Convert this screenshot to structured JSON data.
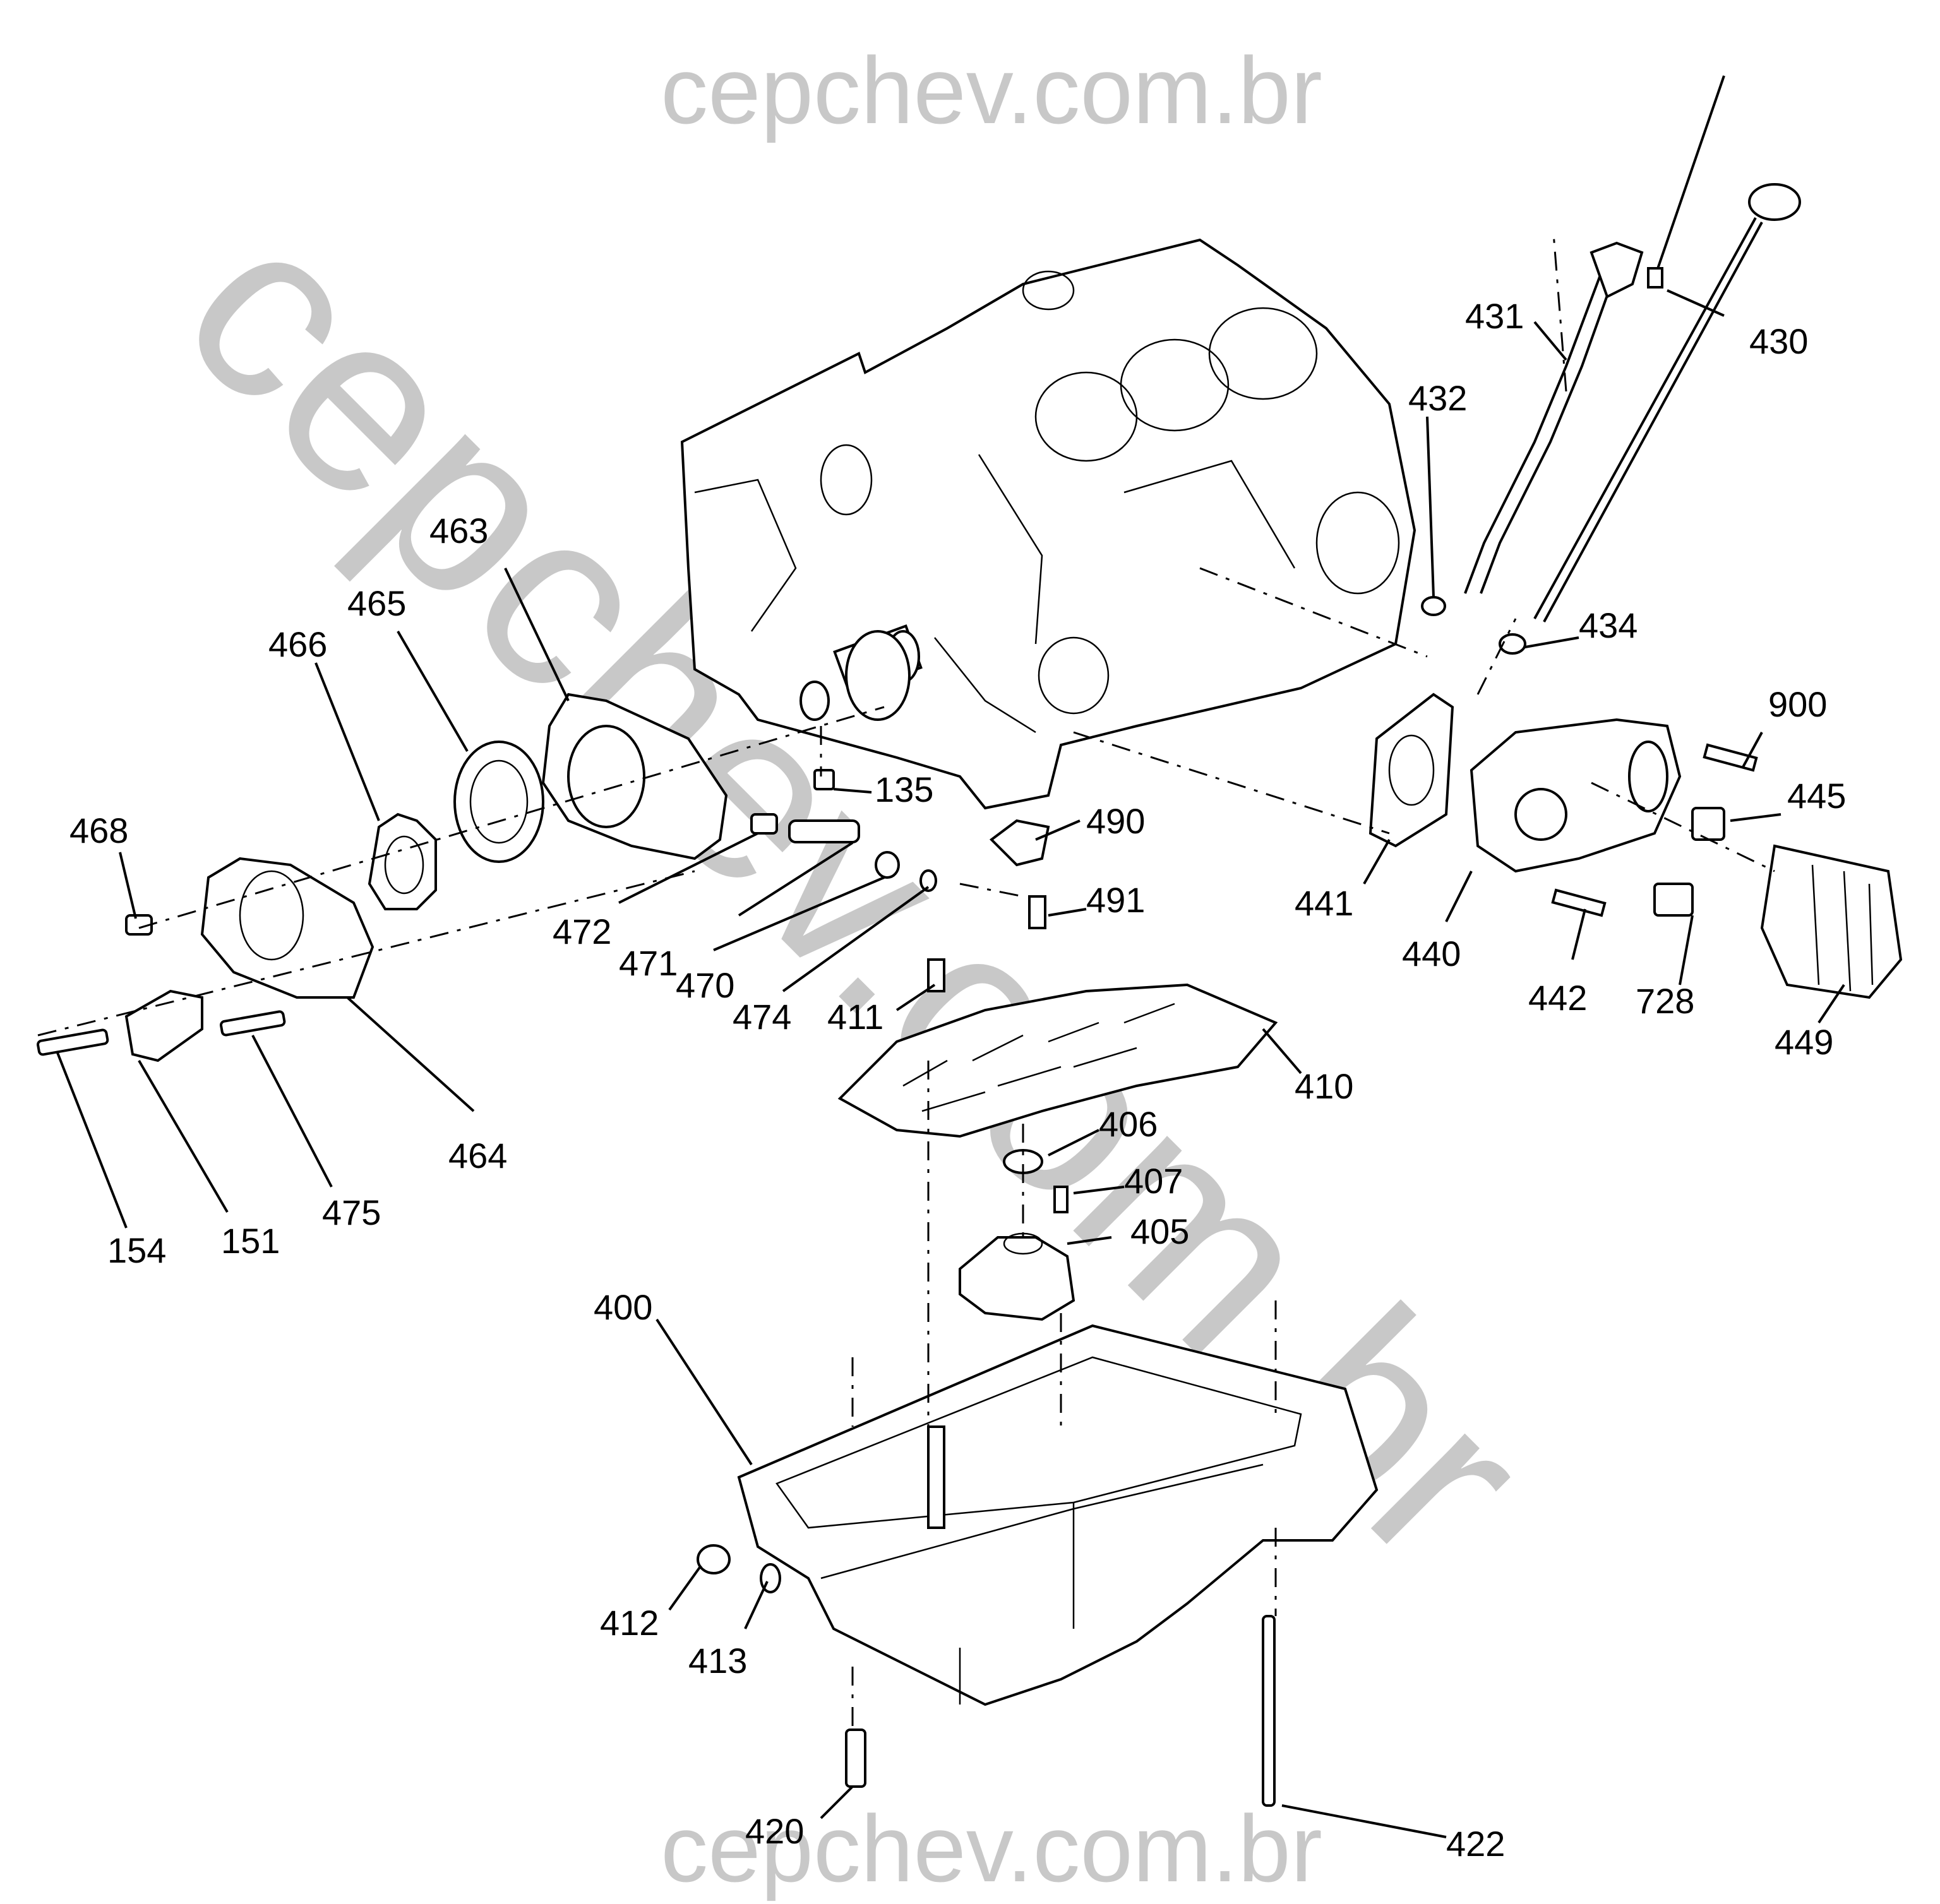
{
  "watermark": {
    "text_top": "cepchev.com.br",
    "text_diagonal": "cepchev.com.br",
    "text_bottom": "cepchev.com.br"
  },
  "callouts": [
    {
      "id": "c-400",
      "label": "400"
    },
    {
      "id": "c-405",
      "label": "405"
    },
    {
      "id": "c-406",
      "label": "406"
    },
    {
      "id": "c-407",
      "label": "407"
    },
    {
      "id": "c-410",
      "label": "410"
    },
    {
      "id": "c-411",
      "label": "411"
    },
    {
      "id": "c-412",
      "label": "412"
    },
    {
      "id": "c-413",
      "label": "413"
    },
    {
      "id": "c-420",
      "label": "420"
    },
    {
      "id": "c-422",
      "label": "422"
    },
    {
      "id": "c-430",
      "label": "430"
    },
    {
      "id": "c-431",
      "label": "431"
    },
    {
      "id": "c-432",
      "label": "432"
    },
    {
      "id": "c-434",
      "label": "434"
    },
    {
      "id": "c-440",
      "label": "440"
    },
    {
      "id": "c-441",
      "label": "441"
    },
    {
      "id": "c-442",
      "label": "442"
    },
    {
      "id": "c-445",
      "label": "445"
    },
    {
      "id": "c-449",
      "label": "449"
    },
    {
      "id": "c-463",
      "label": "463"
    },
    {
      "id": "c-464",
      "label": "464"
    },
    {
      "id": "c-465",
      "label": "465"
    },
    {
      "id": "c-466",
      "label": "466"
    },
    {
      "id": "c-468",
      "label": "468"
    },
    {
      "id": "c-470",
      "label": "470"
    },
    {
      "id": "c-471",
      "label": "471"
    },
    {
      "id": "c-472",
      "label": "472"
    },
    {
      "id": "c-474",
      "label": "474"
    },
    {
      "id": "c-475",
      "label": "475"
    },
    {
      "id": "c-490",
      "label": "490"
    },
    {
      "id": "c-491",
      "label": "491"
    },
    {
      "id": "c-135",
      "label": "135"
    },
    {
      "id": "c-151",
      "label": "151"
    },
    {
      "id": "c-154",
      "label": "154"
    },
    {
      "id": "c-728",
      "label": "728"
    },
    {
      "id": "c-900",
      "label": "900"
    }
  ]
}
